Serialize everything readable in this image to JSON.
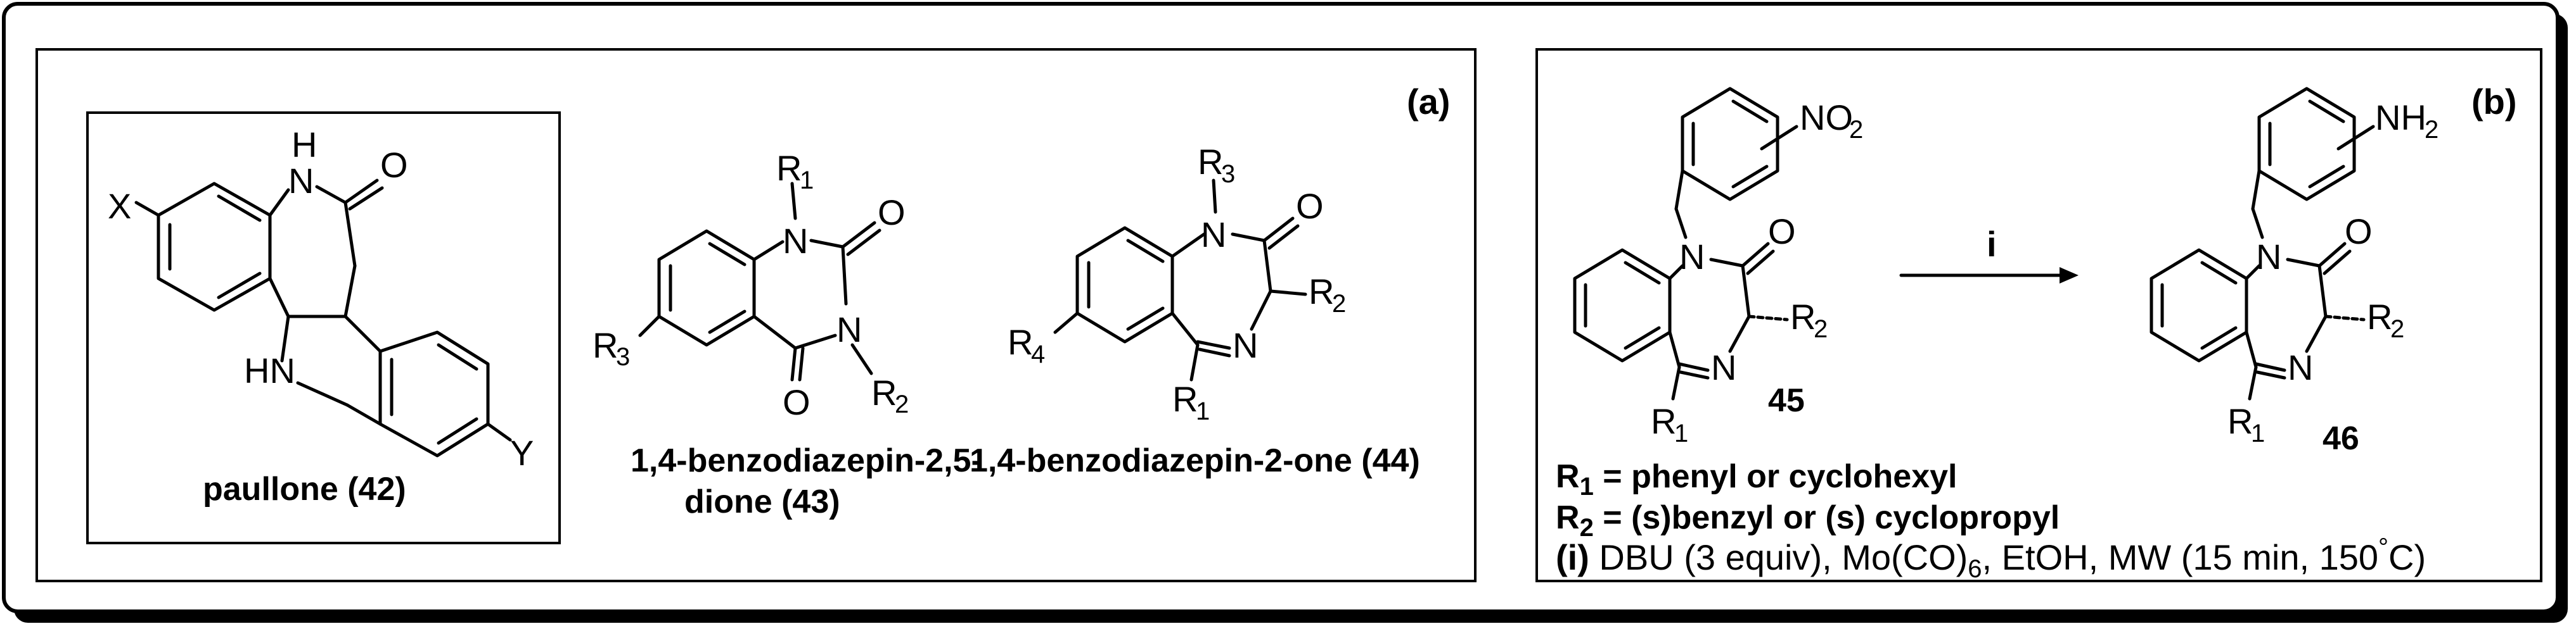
{
  "panel_a": {
    "tag": "(a)",
    "paullone": {
      "caption": "paullone (42)",
      "atoms": {
        "X": "X",
        "Y": "Y",
        "NH_top": "H",
        "N_top": "N",
        "O": "O",
        "HN": "HN"
      }
    },
    "bzd_dione": {
      "caption_line1": "1,4-benzodiazepin-2,5-",
      "caption_line2": "dione (43)",
      "atoms": {
        "R1": "R",
        "R1_sub": "1",
        "N1": "N",
        "O2": "O",
        "R3": "R",
        "R3_sub": "3",
        "N4": "N",
        "R2": "R",
        "R2_sub": "2",
        "O5": "O"
      }
    },
    "bzd_one": {
      "caption": "1,4-benzodiazepin-2-one (44)",
      "atoms": {
        "R3": "R",
        "R3_sub": "3",
        "N1": "N",
        "O": "O",
        "R2": "R",
        "R2_sub": "2",
        "R4": "R",
        "R4_sub": "4",
        "N4": "N",
        "R1": "R",
        "R1_sub": "1"
      }
    }
  },
  "panel_b": {
    "tag": "(b)",
    "reactant": {
      "number": "45",
      "atoms": {
        "NO2": "NO",
        "NO2_sub": "2",
        "N1": "N",
        "O": "O",
        "R2": "R",
        "R2_sub": "2",
        "N4": "N",
        "R1": "R",
        "R1_sub": "1"
      }
    },
    "product": {
      "number": "46",
      "atoms": {
        "NH2": "NH",
        "NH2_sub": "2",
        "N1": "N",
        "O": "O",
        "R2": "R",
        "R2_sub": "2",
        "N4": "N",
        "R1": "R",
        "R1_sub": "1"
      }
    },
    "arrow_label": "i",
    "r1_def_pre": "R",
    "r1_def_sub": "1",
    "r1_def_text": " = phenyl or cyclohexyl",
    "r2_def_pre": "R",
    "r2_def_sub": "2",
    "r2_def_text": " = (s)benzyl or (s) cyclopropyl",
    "conditions": {
      "prefix": "(i)",
      "text_a": " DBU (3 equiv), Mo(CO)",
      "sub": "6",
      "text_b": ", EtOH, MW (15 min, 150",
      "deg": "°",
      "text_c": "C)"
    }
  }
}
